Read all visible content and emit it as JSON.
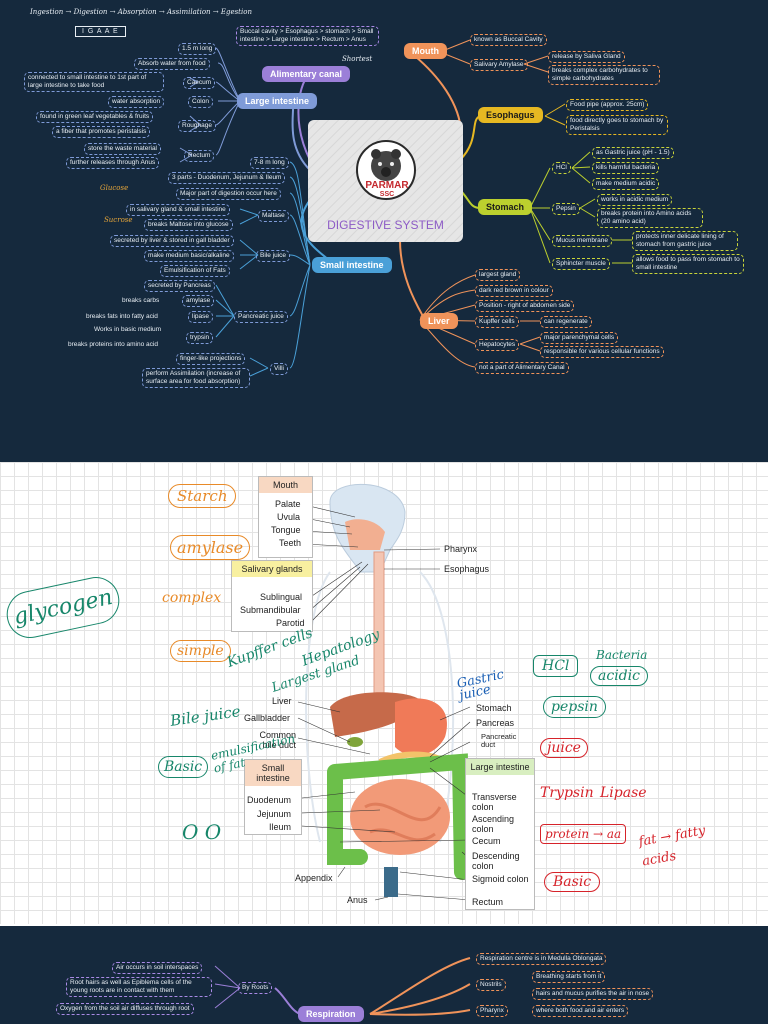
{
  "mindmap": {
    "header_note": "Ingestion → Digestion → Absorption → Assimilation → Egestion",
    "header_box": "I G A A E",
    "center_title": "DIGESTIVE SYSTEM",
    "logo_text": "PARMAR",
    "logo_sub": "SSC",
    "alimentary": {
      "label": "Alimentary canal",
      "path": "Buccal cavity > Esophagus > stomach > Small intestine > Large intestine > Rectum > Anus",
      "scribble": "Shortest"
    },
    "large_intestine": {
      "label": "Large intestine",
      "length": "1.5 m long",
      "absorb": "Absorb water from food",
      "cecum": "Caecum",
      "cecum_note": "connected to small intestine to 1st part of large intestine to take food",
      "colon": "Colon",
      "colon_note": "water absorption",
      "roughage": "Roughage",
      "roughage_note1": "found in green leaf vegetables & fruits",
      "roughage_note2": "a fiber that promotes peristalsis",
      "rectum": "Rectum",
      "rectum_note1": "store the waste material",
      "rectum_note2": "further releases through Anus"
    },
    "small_intestine": {
      "label": "Small intestine",
      "length": "7-8 m long",
      "parts": "3 parts - Duodenum, Jejunum & Ileum",
      "major": "Major part of digestion occur here",
      "maltase": "Maltase",
      "maltase_note1": "in salivary gland & small intestine",
      "maltase_note2": "breaks Maltose into glucose",
      "bile": "Bile juice",
      "bile_note1": "secreted by liver & stored in gall bladder",
      "bile_note2": "make medium basic/alkaline",
      "bile_note3": "Emulsification of Fats",
      "pancreatic": "Pancreatic juice",
      "pancreatic_note": "secreted by Pancreas",
      "amylase": "amylase",
      "amylase_note": "breaks carbs",
      "lipase": "lipase",
      "lipase_note": "breaks fats into fatty acid",
      "trypsin": "trypsin",
      "trypsin_note1": "Works in basic medium",
      "trypsin_note2": "breaks proteins into amino acid",
      "villi": "Villi",
      "villi_note1": "finger-like projections",
      "villi_note2": "perform Assimilation (increase of surface area for food absorption)",
      "scribble1": "Glucose",
      "scribble2": "Sucrose"
    },
    "mouth": {
      "label": "Mouth",
      "note1": "known as Buccal Cavity",
      "amylase": "Salivary Amylase",
      "amylase_note1": "release by Saliva Gland",
      "amylase_note2": "breaks complex carbohydrates to simple carbohydrates"
    },
    "esophagus": {
      "label": "Esophagus",
      "note1": "Food pipe (approx. 25cm)",
      "note2": "food directly goes to stomach by Peristalsis"
    },
    "stomach": {
      "label": "Stomach",
      "hcl": "HCl",
      "hcl_note1": "as Gastric juice (pH - 1.5)",
      "hcl_note2": "kills harmful bacteria",
      "hcl_note3": "make medium acidic",
      "pepsin": "Pepsin",
      "pepsin_note1": "works in acidic medium",
      "pepsin_note2": "breaks protein into Amino acids (20 amino acid)",
      "mucus": "Mucus membrane",
      "mucus_note": "protects inner delicate lining of stomach from gastric juice",
      "sphincter": "Sphincter muscle",
      "sphincter_note": "allows food to pass from stomach to small intestine"
    },
    "liver": {
      "label": "Liver",
      "note1": "largest gland",
      "note2": "dark red brown in colour",
      "note3": "Position - right of abdomen side",
      "kupffer": "Kupffer cells",
      "kupffer_note": "can regenerate",
      "hepatocytes": "Hepatocytes",
      "hep_note1": "major parenchymal cells",
      "hep_note2": "responsible for various cellular functions",
      "note4": "not a part of Alimentary Canal"
    }
  },
  "diagram": {
    "mouth_box": {
      "title": "Mouth",
      "items": [
        "Palate",
        "Uvula",
        "Tongue",
        "Teeth"
      ]
    },
    "salivary_box": {
      "title": "Salivary glands",
      "items": [
        "Sublingual",
        "Submandibular",
        "Parotid"
      ]
    },
    "small_box": {
      "title": "Small intestine",
      "items": [
        "Duodenum",
        "Jejunum",
        "Ileum"
      ]
    },
    "large_box": {
      "title": "Large intestine",
      "items": [
        "Transverse colon",
        "Ascending colon",
        "Cecum",
        "Descending colon",
        "Sigmoid colon",
        "Rectum"
      ]
    },
    "left_labels": [
      "Liver",
      "Gallbladder",
      "Common bile duct"
    ],
    "right_labels": [
      "Pharynx",
      "Esophagus",
      "Stomach",
      "Pancreas",
      "Pancreatic duct"
    ],
    "bottom_labels": [
      "Appendix",
      "Anus"
    ],
    "hand": {
      "starch": "Starch",
      "amylase": "amylase",
      "glycogen": "glycogen",
      "complex": "complex",
      "simple": "simple",
      "kupffer": "Kupffer cells",
      "hepatology": "Hepatology",
      "largest": "Largest gland",
      "bile": "Bile juice",
      "basic": "Basic",
      "emulsification": "emulsification of fat",
      "gastric": "Gastric juice",
      "hcl": "HCl",
      "bacteria": "Bacteria",
      "acidic": "acidic",
      "pepsin": "pepsin",
      "juice": "juice",
      "trypsin": "Trypsin",
      "lipase": "Lipase",
      "protein": "protein → aa",
      "fat": "fat → fatty acids",
      "basic2": "Basic"
    }
  },
  "respiration": {
    "center": "Respiration",
    "by_roots": "By Roots",
    "roots_note1": "Air occurs in soil interspaces",
    "roots_note2": "Root hairs as well as Epiblema cells of the young roots are in contact with them",
    "roots_note3": "Oxygen from the soil air diffuses through root",
    "centre": "Respiration centre is in Medulla Oblongata",
    "nostrils": "Nostrils",
    "nostrils_note1": "Breathing starts from it",
    "nostrils_note2": "hairs and mucus purifies the air in nose",
    "pharynx": "Pharynx",
    "pharynx_note": "where both food and air enters"
  }
}
